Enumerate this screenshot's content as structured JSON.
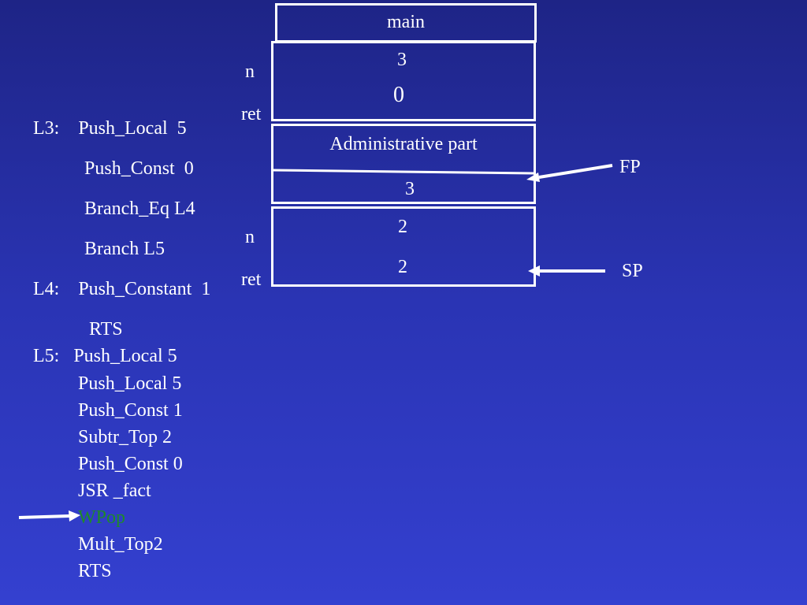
{
  "stack": {
    "main_label": "main",
    "frame1": {
      "value_top": "3",
      "value_bottom": "0"
    },
    "frame1_labels": {
      "n": "n",
      "ret": "ret"
    },
    "admin_label": "Administrative part",
    "admin_value": "3",
    "frame2": {
      "value_top": "2",
      "value_bottom": "2"
    },
    "frame2_labels": {
      "n": "n",
      "ret": "ret"
    },
    "fp_label": "FP",
    "sp_label": "SP"
  },
  "code": {
    "lines": [
      "L3:    Push_Local  5",
      "Push_Const  0",
      "Branch_Eq L4",
      "Branch L5",
      "L4:    Push_Constant  1",
      "RTS",
      "L5:   Push_Local 5",
      "Push_Local 5",
      "Push_Const 1",
      "Subtr_Top 2",
      "Push_Const 0",
      "JSR _fact",
      "WPop",
      "Mult_Top2",
      "RTS"
    ],
    "highlight_color": "#1e8a2a",
    "text_color": "#ffffff"
  }
}
